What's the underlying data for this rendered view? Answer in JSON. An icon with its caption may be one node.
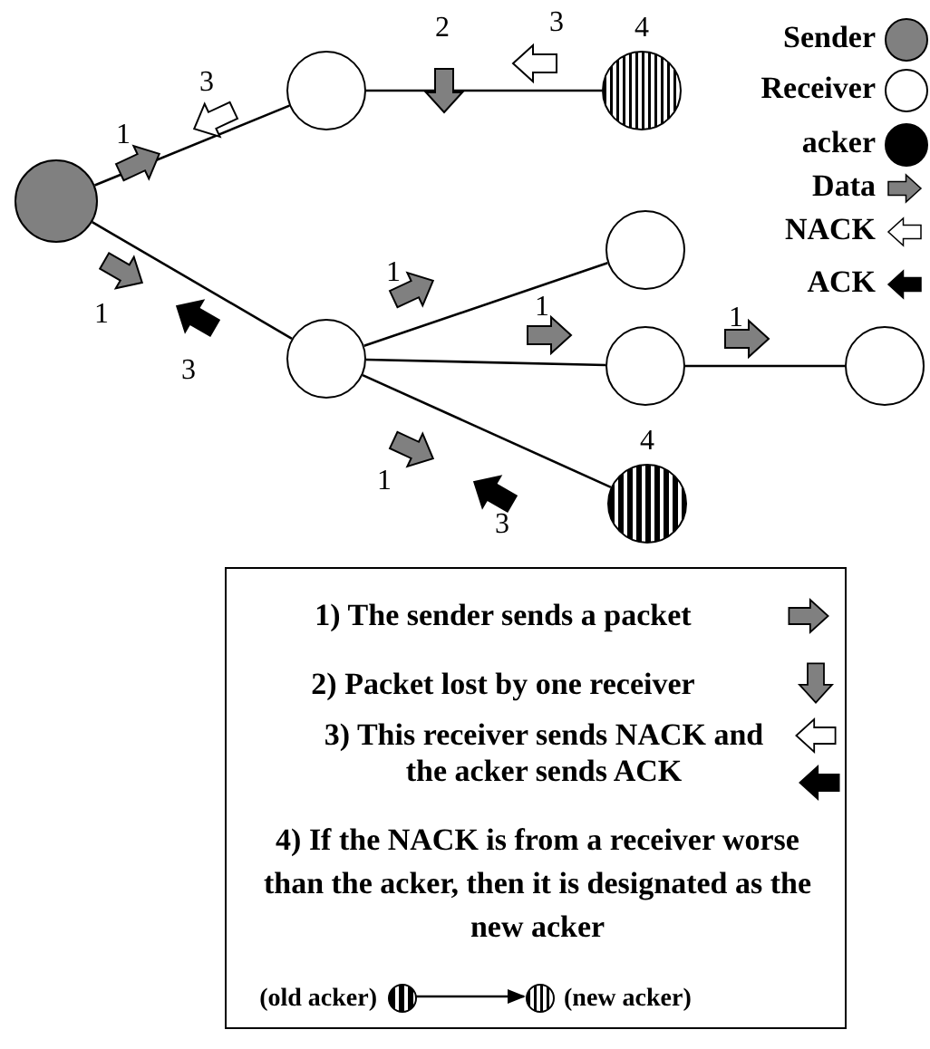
{
  "diagram": {
    "nodes": [
      {
        "text": [],
        "shape": "circle"
      },
      {
        "text": [],
        "shape": "circle"
      },
      {
        "text": [],
        "shape": "circle",
        "beside": [
          "4"
        ]
      },
      {
        "text": [],
        "shape": "circle"
      },
      {
        "text": [],
        "shape": "circle"
      },
      {
        "text": [],
        "shape": "circle"
      },
      {
        "text": [],
        "shape": "circle"
      },
      {
        "text": [],
        "shape": "circle",
        "beside": [
          "4"
        ]
      },
      {
        "text": [
          "1) The sender sends a packet",
          "2) Packet lost by one receiver",
          "3) This receiver sends NACK and the acker sends ACK",
          "4) If the NACK is from a receiver worse than the acker, then it is designated as the new acker"
        ]
      },
      {
        "text": [],
        "shape": "circle",
        "in": 8,
        "beside": [
          "(old acker)"
        ]
      },
      {
        "text": [],
        "shape": "circle",
        "in": 8,
        "beside": [
          "(new acker)"
        ]
      }
    ],
    "edges": [
      {
        "from": 0,
        "to": 1,
        "arrow": "none"
      },
      {
        "from": 1,
        "to": 2,
        "arrow": "none"
      },
      {
        "from": 0,
        "to": 3,
        "arrow": "none"
      },
      {
        "from": 3,
        "to": 4,
        "arrow": "none"
      },
      {
        "from": 3,
        "to": 5,
        "arrow": "none"
      },
      {
        "from": 5,
        "to": 6,
        "arrow": "none"
      },
      {
        "from": 3,
        "to": 7,
        "arrow": "none"
      },
      {
        "from": 9,
        "to": 10,
        "arrow": "to"
      }
    ],
    "labels": [
      "3",
      "2",
      "3",
      "1",
      "1",
      "1",
      "1",
      "1",
      "3",
      "1",
      "3"
    ],
    "legend": [
      {
        "text": "Sender"
      },
      {
        "text": "Receiver"
      },
      {
        "text": "acker"
      },
      {
        "text": "Data"
      },
      {
        "text": "NACK"
      },
      {
        "text": "ACK"
      }
    ]
  }
}
